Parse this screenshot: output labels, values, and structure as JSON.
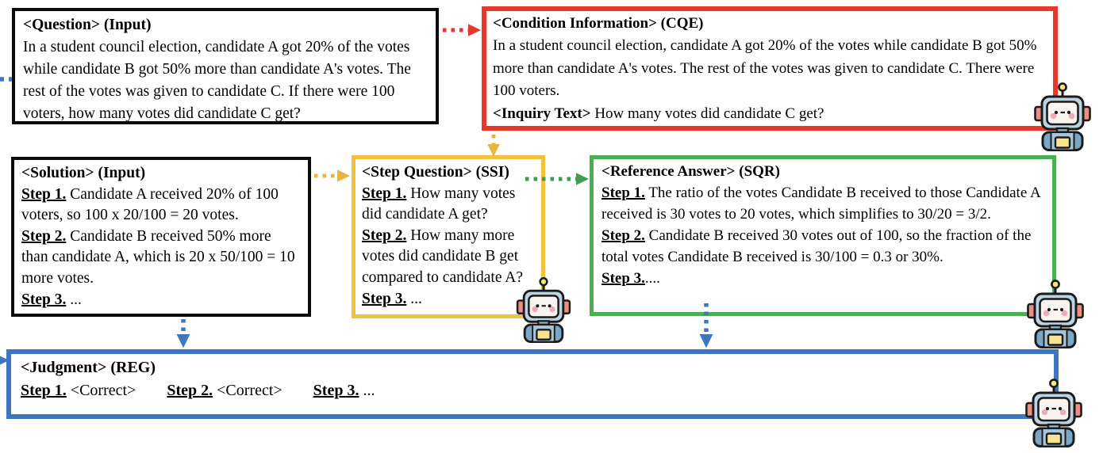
{
  "colors": {
    "c_black": "#0b0b0b",
    "c_red": "#e7392b",
    "c_yellow": "#f2c13d",
    "c_arrow_yellow": "#edb43c",
    "c_green": "#4cae54",
    "c_arrow_green": "#3f9e4d",
    "c_blue": "#3e76c2"
  },
  "icons": {
    "robot-icon": "cute blue robot mascot with antenna, pink cheeks and yellow chest panel"
  },
  "boxes": {
    "question": {
      "title": "<Question>  (Input)",
      "body": "In a student council election, candidate A got 20% of the votes while candidate B got 50% more than candidate A's votes. The rest of the votes was given to candidate C. If there were 100 voters, how many votes did candidate C get?"
    },
    "condition": {
      "title": "<Condition Information> (CQE)",
      "body": "In a student council election, candidate A got 20% of the votes while candidate B got 50% more than candidate A's votes. The rest of the votes was given to candidate C. There were 100 voters.",
      "inquiry_label": "<Inquiry Text>",
      "inquiry_text": " How many votes did candidate C get?"
    },
    "solution": {
      "title": "<Solution> (Input)",
      "steps": [
        {
          "label": "Step 1.",
          "text": " Candidate A received 20% of 100 voters, so 100 x 20/100 = 20 votes."
        },
        {
          "label": "Step 2.",
          "text": " Candidate B received 50% more than candidate A, which is 20 x 50/100 = 10 more votes."
        },
        {
          "label": "Step 3.",
          "text": " ..."
        }
      ]
    },
    "step_question": {
      "title": "<Step Question> (SSI)",
      "steps": [
        {
          "label": "Step 1.",
          "text": " How many votes did candidate A get?"
        },
        {
          "label": "Step 2.",
          "text": " How many more votes did candidate B get compared to candidate A?"
        },
        {
          "label": "Step 3.",
          "text": " ..."
        }
      ]
    },
    "reference_answer": {
      "title": "<Reference Answer> (SQR)",
      "steps": [
        {
          "label": "Step 1.",
          "text": " The ratio of the votes Candidate B received to those Candidate A received is 30 votes to 20 votes, which simplifies to 30/20 = 3/2."
        },
        {
          "label": "Step 2.",
          "text": " Candidate B received 30 votes out of 100, so the fraction of the total votes Candidate B received is 30/100 = 0.3 or 30%."
        },
        {
          "label": "Step 3.",
          "text": "...."
        }
      ]
    },
    "judgment": {
      "title": "<Judgment> (REG)",
      "steps": [
        {
          "label": "Step 1.",
          "text": " <Correct>"
        },
        {
          "label": "Step 2.",
          "text": " <Correct>"
        },
        {
          "label": "Step 3.",
          "text": " ..."
        }
      ]
    }
  }
}
